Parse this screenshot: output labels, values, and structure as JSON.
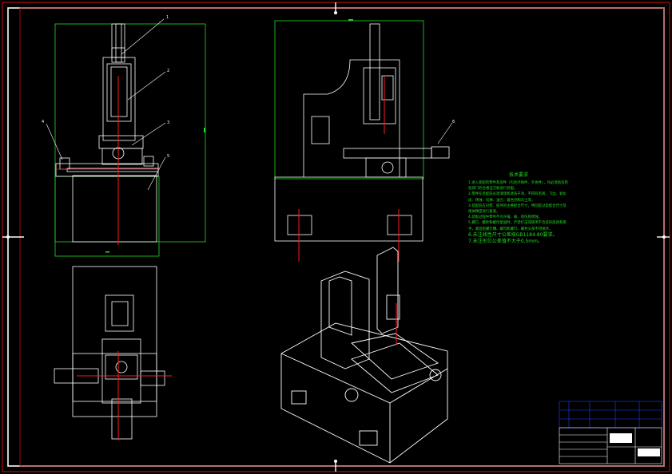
{
  "sheet": {
    "frame_color": "#d01010",
    "line_color": "#ffffff",
    "accent_green": "#22dd22",
    "accent_red": "#ff1a1a",
    "titleblock_blue": "#2040ff"
  },
  "balloons": {
    "front": [
      "1",
      "2",
      "3",
      "5",
      "4"
    ],
    "side": [
      "6"
    ]
  },
  "notes": {
    "title": "技术要求",
    "items": [
      "1.进入装配的零件及部件（包括外购件、外协件），均必须具有检验部门的合格证方能进行装配。",
      "2.零件在装配前必须清理和清洗干净，不得有毛刺、飞边、氧化皮、锈蚀、切屑、油污、着色剂和灰尘等。",
      "3.装配前应对零、部件的主要配合尺寸，特别是过盈配合尺寸及相关精度进行复查。",
      "4.装配过程中零件不允许磕、碰、划伤和锈蚀。",
      "5.螺钉、螺栓和螺母紧固时，严禁打击或使用不合适的旋具和扳手，紧固后螺钉槽、螺母和螺钉、螺栓头部不得损坏。",
      "6.未注线性尺寸公差按GB1184-80要求。",
      "7.未注形位公差值不大于0.5mm。"
    ]
  }
}
